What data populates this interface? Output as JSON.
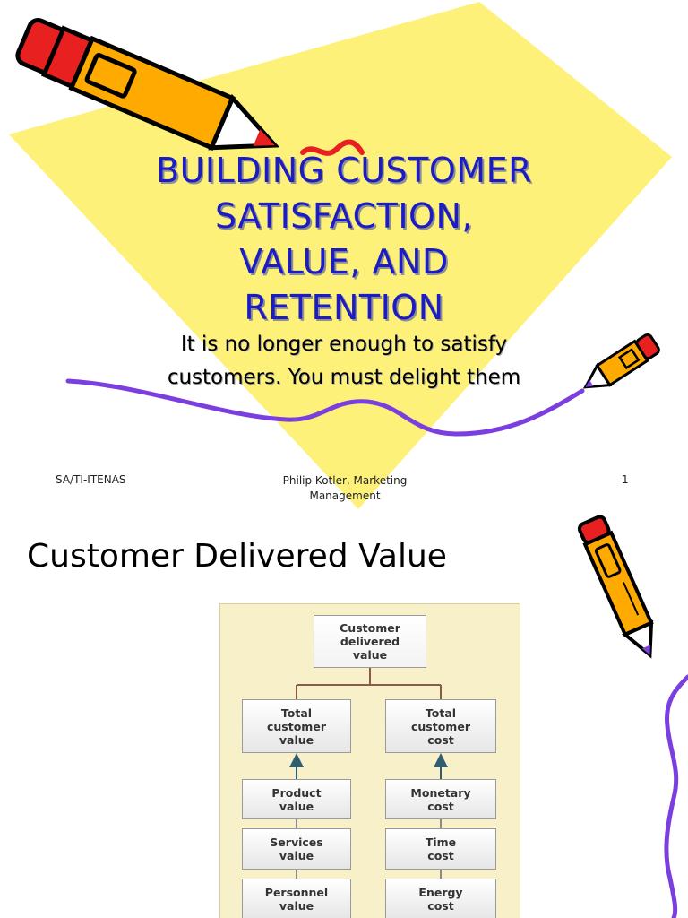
{
  "slide1": {
    "title_lines": [
      "BUILDING CUSTOMER",
      "SATISFACTION,",
      "VALUE, AND",
      "RETENTION"
    ],
    "subtitle_lines": [
      "It is no longer enough to satisfy",
      "customers. You must delight them"
    ],
    "footer": {
      "left": "SA/TI-ITENAS",
      "center_lines": [
        "Philip Kotler, Marketing",
        "Management"
      ],
      "right": "1"
    },
    "colors": {
      "background_shape": "#fdf17a",
      "title": "#1c1cc4",
      "squiggle": "#7b3fe0"
    },
    "icons": [
      "pencil-icon",
      "small-pencil-icon",
      "squiggle-line"
    ]
  },
  "slide2": {
    "title": "Customer Delivered Value",
    "diagram": {
      "top": "Customer\ndelivered\nvalue",
      "left_head": "Total\ncustomer\nvalue",
      "right_head": "Total\ncustomer\ncost",
      "left_items": [
        "Product\nvalue",
        "Services\nvalue",
        "Personnel\nvalue"
      ],
      "right_items": [
        "Monetary\ncost",
        "Time\ncost",
        "Energy\ncost"
      ]
    },
    "icons": [
      "pencil-icon",
      "squiggle-line"
    ]
  }
}
